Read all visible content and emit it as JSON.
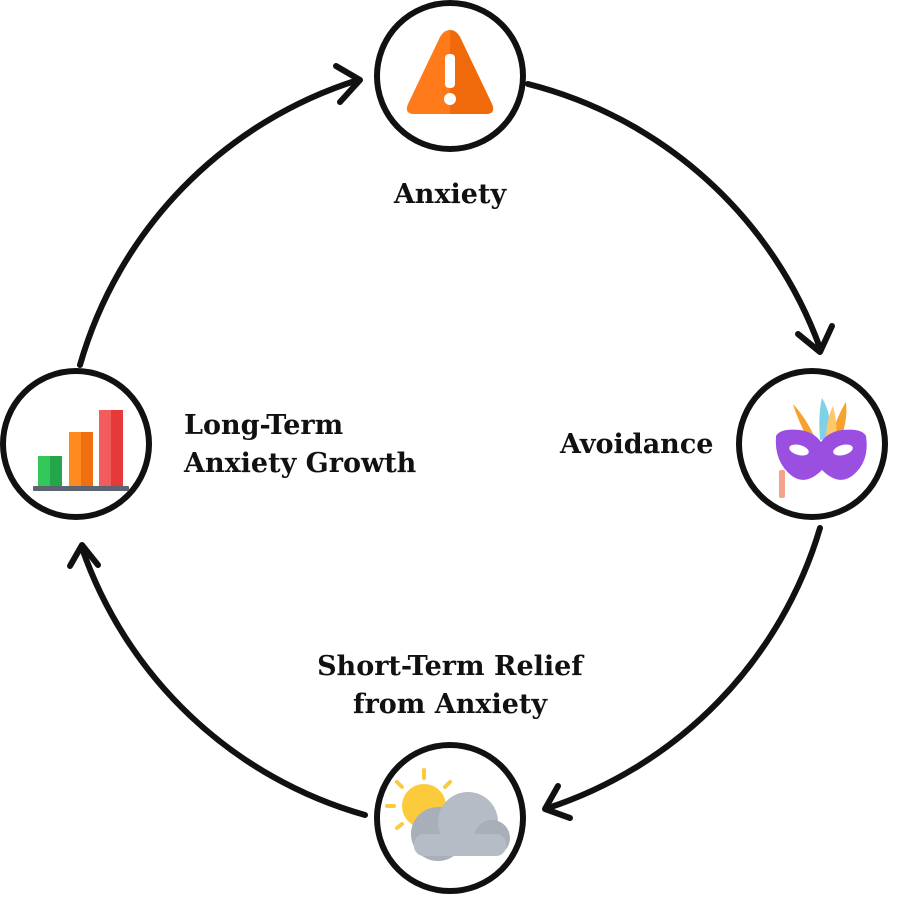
{
  "nodes": {
    "anxiety": {
      "label": "Anxiety",
      "icon": "warning-triangle-icon"
    },
    "avoidance": {
      "label": "Avoidance",
      "icon": "masquerade-mask-icon"
    },
    "relief": {
      "label_line1": "Short-Term Relief",
      "label_line2": "from Anxiety",
      "icon": "sun-behind-cloud-icon"
    },
    "growth": {
      "label_line1": "Long-Term",
      "label_line2": "Anxiety Growth",
      "icon": "rising-bar-chart-icon"
    }
  },
  "colors": {
    "stroke": "#111111",
    "warning": "#FF7A1A",
    "mask": "#9B4FE0",
    "sun": "#FCCB3C",
    "cloud": "#B5BCC6",
    "bar_green": "#34C759",
    "bar_orange": "#FF8A1F",
    "bar_red": "#E8393A"
  }
}
